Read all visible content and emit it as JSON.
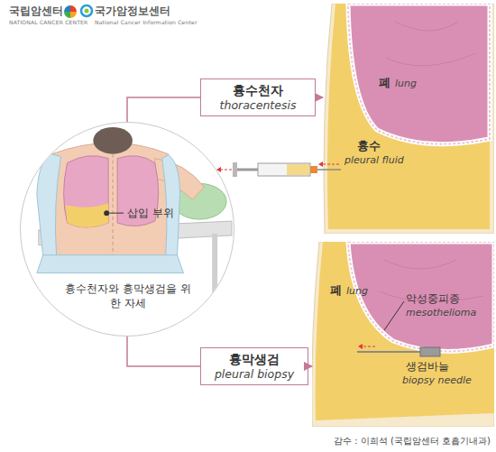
{
  "diagram": {
    "nodes": [
      {
        "text": [
          "삽입 부위",
          "흉수천자와 흉막생검을 위한 자세"
        ]
      },
      {
        "text": [
          "흉수천자",
          "thoracentesis"
        ]
      },
      {
        "text": [
          "폐",
          "lung",
          "흉수",
          "pleural fluid"
        ]
      },
      {
        "text": [
          "흉막생검",
          "pleural biopsy"
        ]
      },
      {
        "text": [
          "폐",
          "lung",
          "악성중피종",
          "mesothelioma",
          "생검바늘",
          "biopsy needle"
        ]
      }
    ],
    "edges": [
      {
        "from": 0,
        "to": 1,
        "arrow": "none"
      },
      {
        "from": 1,
        "to": 2,
        "arrow": "to"
      },
      {
        "from": 0,
        "to": 3,
        "arrow": "none"
      },
      {
        "from": 3,
        "to": 4,
        "arrow": "to"
      }
    ],
    "labels": [
      "국립암센터",
      "NATIONAL CANCER CENTER",
      "국가암정보센터",
      "National Cancer Information Center",
      "감수 : 이희석 (국립암센터 호흡기내과)"
    ]
  }
}
